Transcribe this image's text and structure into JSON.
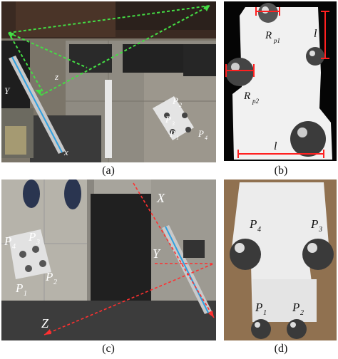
{
  "captions": {
    "a": "(a)",
    "b": "(b)",
    "c": "(c)",
    "d": "(d)"
  },
  "panel_a": {
    "axes": {
      "z": "z",
      "x": "x",
      "y": "Y"
    },
    "points": {
      "p2": "P",
      "p2_sub": "2",
      "p3": "P",
      "p3_sub": "3",
      "p1": "P",
      "p1_sub": "1",
      "p4": "P",
      "p4_sub": "4"
    }
  },
  "panel_b": {
    "rp1": "R",
    "rp1_sub": "p1",
    "rp2": "R",
    "rp2_sub": "p2",
    "l_right": "l",
    "l_bottom": "l",
    "colors": {
      "dimension": "#ff2020"
    }
  },
  "panel_c": {
    "axes": {
      "x": "X",
      "y": "Y",
      "z": "Z"
    },
    "points": {
      "p4": "P",
      "p4_sub": "4",
      "p3": "P",
      "p3_sub": "3",
      "p1": "P",
      "p1_sub": "1",
      "p2": "P",
      "p2_sub": "2"
    },
    "colors": {
      "axis": "#ff3030"
    }
  },
  "panel_d": {
    "points": {
      "p4": "P",
      "p4_sub": "4",
      "p3": "P",
      "p3_sub": "3",
      "p1": "P",
      "p1_sub": "1",
      "p2": "P",
      "p2_sub": "2"
    }
  },
  "colors": {
    "green_axis": "#44dd44"
  }
}
